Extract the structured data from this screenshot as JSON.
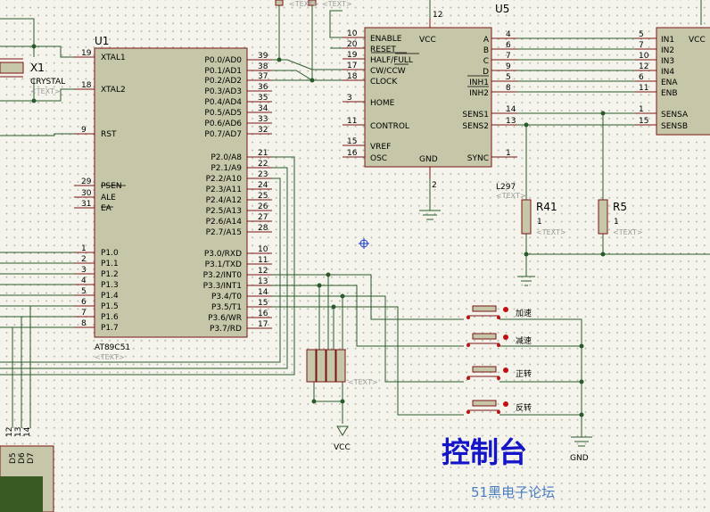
{
  "u1": {
    "ref": "U1",
    "part": "AT89C51",
    "part_text": "<TEXT>",
    "left_pins": [
      {
        "num": "19",
        "name": "XTAL1"
      },
      {
        "num": "18",
        "name": "XTAL2"
      },
      {
        "num": "9",
        "name": "RST"
      },
      {
        "num": "29",
        "name": "PSEN"
      },
      {
        "num": "30",
        "name": "ALE"
      },
      {
        "num": "31",
        "name": "EA"
      },
      {
        "num": "1",
        "name": "P1.0"
      },
      {
        "num": "2",
        "name": "P1.1"
      },
      {
        "num": "3",
        "name": "P1.2"
      },
      {
        "num": "4",
        "name": "P1.3"
      },
      {
        "num": "5",
        "name": "P1.4"
      },
      {
        "num": "6",
        "name": "P1.5"
      },
      {
        "num": "7",
        "name": "P1.6"
      },
      {
        "num": "8",
        "name": "P1.7"
      }
    ],
    "right_pins": [
      {
        "num": "39",
        "name": "P0.0/AD0"
      },
      {
        "num": "38",
        "name": "P0.1/AD1"
      },
      {
        "num": "37",
        "name": "P0.2/AD2"
      },
      {
        "num": "36",
        "name": "P0.3/AD3"
      },
      {
        "num": "35",
        "name": "P0.4/AD4"
      },
      {
        "num": "34",
        "name": "P0.5/AD5"
      },
      {
        "num": "33",
        "name": "P0.6/AD6"
      },
      {
        "num": "32",
        "name": "P0.7/AD7"
      },
      {
        "num": "21",
        "name": "P2.0/A8"
      },
      {
        "num": "22",
        "name": "P2.1/A9"
      },
      {
        "num": "23",
        "name": "P2.2/A10"
      },
      {
        "num": "24",
        "name": "P2.3/A11"
      },
      {
        "num": "25",
        "name": "P2.4/A12"
      },
      {
        "num": "26",
        "name": "P2.5/A13"
      },
      {
        "num": "27",
        "name": "P2.6/A14"
      },
      {
        "num": "28",
        "name": "P2.7/A15"
      },
      {
        "num": "10",
        "name": "P3.0/RXD"
      },
      {
        "num": "11",
        "name": "P3.1/TXD"
      },
      {
        "num": "12",
        "name": "P3.2/INT0"
      },
      {
        "num": "13",
        "name": "P3.3/INT1"
      },
      {
        "num": "14",
        "name": "P3.4/T0"
      },
      {
        "num": "15",
        "name": "P3.5/T1"
      },
      {
        "num": "16",
        "name": "P3.6/WR"
      },
      {
        "num": "17",
        "name": "P3.7/RD"
      }
    ]
  },
  "x1": {
    "ref": "X1",
    "part": "CRYSTAL",
    "text": "<TEXT>"
  },
  "u5": {
    "ref": "U5",
    "part": "L297",
    "part_text": "<TEXT>",
    "left_pins": [
      {
        "num": "10",
        "name": "ENABLE"
      },
      {
        "num": "20",
        "name": "RESET"
      },
      {
        "num": "19",
        "name": "HALF/FULL"
      },
      {
        "num": "17",
        "name": "CW/CCW"
      },
      {
        "num": "18",
        "name": "CLOCK"
      },
      {
        "num": "3",
        "name": "HOME"
      },
      {
        "num": "11",
        "name": "CONTROL"
      },
      {
        "num": "15",
        "name": "VREF"
      },
      {
        "num": "16",
        "name": "OSC"
      }
    ],
    "right_pins": [
      {
        "num": "4",
        "name": "A"
      },
      {
        "num": "6",
        "name": "B"
      },
      {
        "num": "7",
        "name": "C"
      },
      {
        "num": "9",
        "name": "D"
      },
      {
        "num": "5",
        "name": "INH1"
      },
      {
        "num": "8",
        "name": "INH2"
      },
      {
        "num": "14",
        "name": "SENS1"
      },
      {
        "num": "13",
        "name": "SENS2"
      },
      {
        "num": "1",
        "name": "SYNC"
      }
    ],
    "top_pin": {
      "num": "12",
      "name": "VCC"
    },
    "bottom_pin": {
      "num": "2",
      "name": "GND"
    }
  },
  "driver": {
    "pins": [
      {
        "num": "5",
        "name": "IN1"
      },
      {
        "num": "7",
        "name": "IN2"
      },
      {
        "num": "10",
        "name": "IN3"
      },
      {
        "num": "12",
        "name": "IN4"
      },
      {
        "num": "6",
        "name": "ENA"
      },
      {
        "num": "11",
        "name": "ENB"
      },
      {
        "num": "1",
        "name": "SENSA"
      },
      {
        "num": "15",
        "name": "SENSB"
      }
    ],
    "vcc": "VCC"
  },
  "r41": {
    "ref": "R41",
    "value": "1",
    "text": "<TEXT>"
  },
  "r5": {
    "ref": "R5",
    "value": "1",
    "text": "<TEXT>"
  },
  "top_text": [
    "<TEXT>",
    "<TEXT>"
  ],
  "rpack_text": "<TEXT>",
  "buttons": [
    "加速",
    "减速",
    "正转",
    "反转"
  ],
  "vcc_label": "VCC",
  "gnd_label": "GND",
  "lcd_pins": [
    "D5",
    "D6",
    "D7"
  ],
  "lcd_pin_nums": [
    "12",
    "13",
    "14"
  ],
  "title": "控制台",
  "watermark": "51黑电子论坛"
}
